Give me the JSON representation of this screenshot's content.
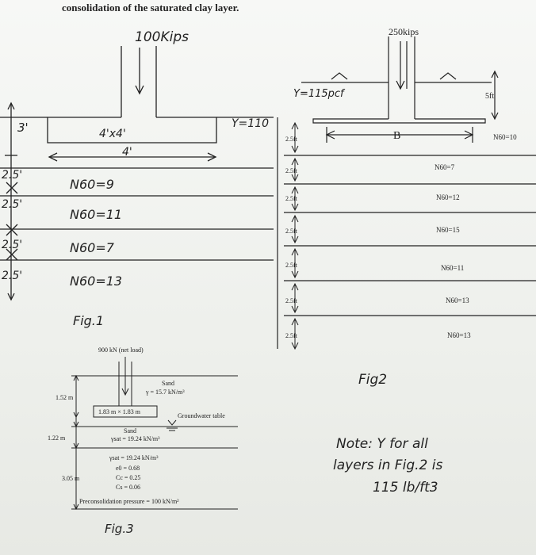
{
  "header": "consolidation of the saturated clay layer.",
  "fig1": {
    "load": "100Kips",
    "footing_size": "4'x4'",
    "footing_width": "4'",
    "gamma": "Y=110",
    "depth_top": "3'",
    "layer_thickness": [
      "2.5'",
      "2.5'",
      "2.5'",
      "2.5'"
    ],
    "n60": [
      "N60=9",
      "N60=11",
      "N60=7",
      "N60=13"
    ],
    "caption": "Fig.1"
  },
  "fig2": {
    "load": "250kips",
    "gamma": "Y=115pcf",
    "footing_label": "B",
    "depth_top": "5ft",
    "layer_thickness": [
      "2.5ft",
      "2.5ft",
      "2.5ft",
      "2.5ft",
      "2.5ft",
      "2.5ft"
    ],
    "n60": [
      "N60=10",
      "N60=7",
      "N60=12",
      "N60=15",
      "N60=11",
      "N60=13",
      "N60=13"
    ],
    "caption": "Fig2",
    "note_line1": "Note: Y for all",
    "note_line2": "layers in Fig.2 is",
    "note_line3": "115 lb/ft3"
  },
  "fig3": {
    "load": "900 kN (net load)",
    "sand_top": "Sand",
    "sand_top_gamma": "γ = 15.7 kN/m³",
    "depth1": "1.52 m",
    "footing": "1.83 m × 1.83 m",
    "gwt": "Groundwater table",
    "sand_bottom": "Sand",
    "depth2": "1.22 m",
    "sand_bottom_gamma": "γsat = 19.24 kN/m³",
    "clay_gamma": "γsat = 19.24 kN/m³",
    "clay_e0": "e0 = 0.68",
    "clay_cc": "Cc = 0.25",
    "clay_cs": "Cs = 0.06",
    "depth3": "3.05 m",
    "preconsolidation": "Preconsolidation pressure = 100 kN/m²",
    "caption": "Fig.3"
  }
}
